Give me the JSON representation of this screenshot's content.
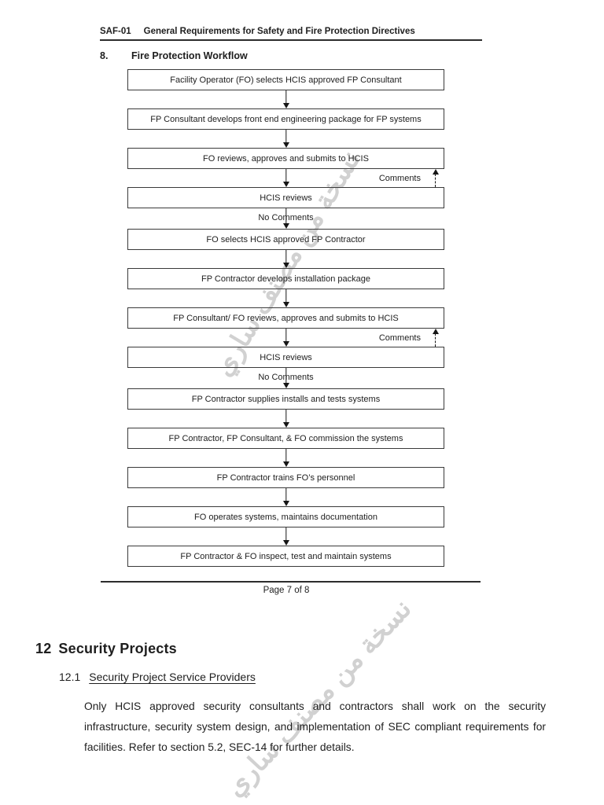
{
  "page": {
    "header": {
      "code": "SAF-01",
      "title": "General Requirements for Safety and Fire Protection Directives"
    },
    "section8": {
      "number": "8.",
      "title": "Fire Protection Workflow"
    },
    "footer": {
      "page_label": "Page 7 of 8"
    },
    "section12": {
      "number": "12",
      "title": "Security Projects"
    },
    "section12_1": {
      "number": "12.1",
      "title": "Security Project Service Providers",
      "body": "Only HCIS approved security consultants and contractors shall work on the security infrastructure, security system design, and implementation of SEC compliant requirements for facilities. Refer to section 5.2, SEC-14 for further details."
    },
    "watermark": {
      "text": "نسخة من مصنف ساري"
    }
  },
  "flowchart": {
    "steps": [
      {
        "type": "box",
        "text": "Facility Operator (FO) selects HCIS approved FP Consultant"
      },
      {
        "type": "arrow"
      },
      {
        "type": "box",
        "text": "FP Consultant develops front end engineering package for FP systems"
      },
      {
        "type": "arrow"
      },
      {
        "type": "box",
        "text": "FO reviews, approves and submits to HCIS"
      },
      {
        "type": "arrow",
        "comment": "Comments"
      },
      {
        "type": "box",
        "text": "HCIS reviews"
      },
      {
        "type": "arrow",
        "label": "No Comments"
      },
      {
        "type": "box",
        "text": "FO selects HCIS approved FP Contractor"
      },
      {
        "type": "arrow"
      },
      {
        "type": "box",
        "text": "FP Contractor develops installation package"
      },
      {
        "type": "arrow"
      },
      {
        "type": "box",
        "text": "FP Consultant/ FO reviews, approves and submits to HCIS"
      },
      {
        "type": "arrow",
        "comment": "Comments"
      },
      {
        "type": "box",
        "text": "HCIS reviews"
      },
      {
        "type": "arrow",
        "label": "No Comments"
      },
      {
        "type": "box",
        "text": "FP Contractor supplies installs and tests systems"
      },
      {
        "type": "arrow"
      },
      {
        "type": "box",
        "text": "FP Contractor, FP Consultant, & FO commission the systems"
      },
      {
        "type": "arrow"
      },
      {
        "type": "box",
        "text": "FP Contractor trains FO’s personnel"
      },
      {
        "type": "arrow"
      },
      {
        "type": "box",
        "text": "FO operates systems, maintains documentation"
      },
      {
        "type": "arrow"
      },
      {
        "type": "box",
        "text": "FP Contractor & FO inspect, test and maintain systems"
      }
    ]
  },
  "colors": {
    "text": "#1e1e1e",
    "box_border": "#3a3a3a",
    "rule": "#2c2c2c",
    "watermark": "#c9c9c9"
  }
}
